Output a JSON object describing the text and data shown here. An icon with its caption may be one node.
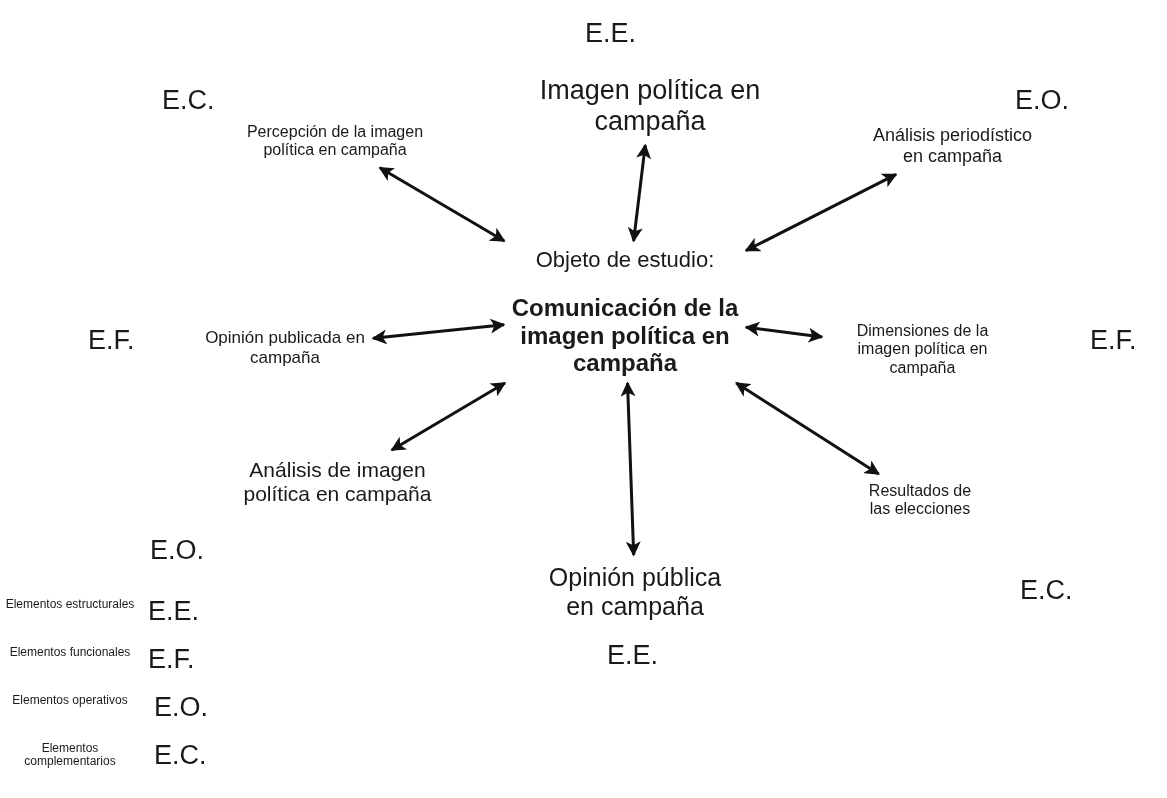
{
  "diagram": {
    "nodes": [
      {
        "text": [
          "Objeto de estudio:",
          "Comunicación de la imagen política en campaña"
        ]
      },
      {
        "text": [
          "Imagen política en campaña"
        ],
        "beside": [
          "E.E."
        ]
      },
      {
        "text": [
          "Percepción de la imagen política en campaña"
        ],
        "beside": [
          "E.C."
        ]
      },
      {
        "text": [
          "Análisis periodístico en campaña"
        ],
        "beside": [
          "E.O."
        ]
      },
      {
        "text": [
          "Opinión publicada en campaña"
        ],
        "beside": [
          "E.F."
        ]
      },
      {
        "text": [
          "Dimensiones de la imagen política en campaña"
        ],
        "beside": [
          "E.F."
        ]
      },
      {
        "text": [
          "Análisis de imagen política en campaña"
        ],
        "beside": [
          "E.O."
        ]
      },
      {
        "text": [
          "Resultados de las elecciones"
        ],
        "beside": [
          "E.C."
        ]
      },
      {
        "text": [
          "Opinión pública en campaña"
        ],
        "beside": [
          "E.E."
        ]
      }
    ],
    "edges": [
      {
        "from": 1,
        "to": 0,
        "arrow": "both"
      },
      {
        "from": 2,
        "to": 0,
        "arrow": "both"
      },
      {
        "from": 3,
        "to": 0,
        "arrow": "both"
      },
      {
        "from": 4,
        "to": 0,
        "arrow": "both"
      },
      {
        "from": 5,
        "to": 0,
        "arrow": "both"
      },
      {
        "from": 6,
        "to": 0,
        "arrow": "both"
      },
      {
        "from": 7,
        "to": 0,
        "arrow": "both"
      },
      {
        "from": 8,
        "to": 0,
        "arrow": "both"
      }
    ],
    "labels": [
      "Elementos estructurales",
      "E.E.",
      "Elementos funcionales",
      "E.F.",
      "Elementos operativos",
      "E.O.",
      "Elementos complementarios",
      "E.C."
    ]
  }
}
